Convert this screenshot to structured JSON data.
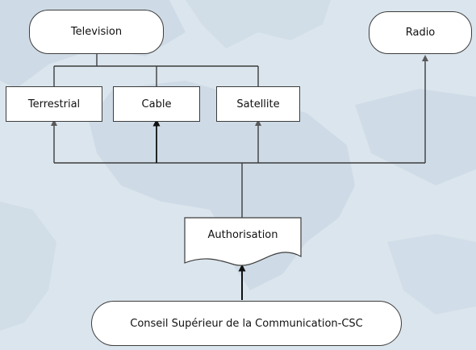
{
  "diagram": {
    "nodes": {
      "television": "Television",
      "radio": "Radio",
      "terrestrial": "Terrestrial",
      "cable": "Cable",
      "satellite": "Satellite",
      "authorisation": "Authorisation",
      "csc": "Conseil Supérieur de la Communication-CSC"
    },
    "edges": [
      {
        "from": "television",
        "to": "terrestrial"
      },
      {
        "from": "television",
        "to": "cable"
      },
      {
        "from": "television",
        "to": "satellite"
      },
      {
        "from": "authorisation",
        "to": "terrestrial"
      },
      {
        "from": "authorisation",
        "to": "cable"
      },
      {
        "from": "authorisation",
        "to": "satellite"
      },
      {
        "from": "authorisation",
        "to": "radio"
      },
      {
        "from": "csc",
        "to": "authorisation"
      }
    ]
  },
  "colors": {
    "background": "#dbe5ed",
    "land": "#c9d7e3",
    "node_fill": "#ffffff",
    "stroke": "#3d3d3d",
    "text": "#111111"
  }
}
